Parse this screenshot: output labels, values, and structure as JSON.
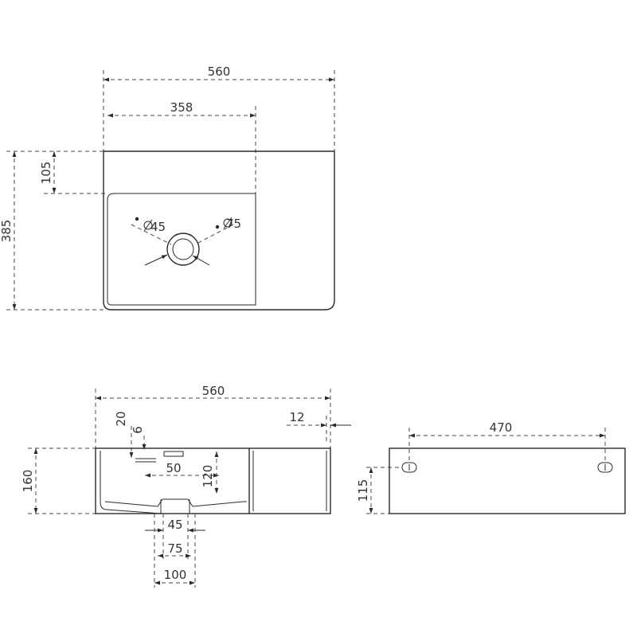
{
  "top_view": {
    "overall_width": "560",
    "basin_width": "358",
    "depth": "385",
    "offset": "105",
    "hole_left_diameter": "45",
    "hole_right_diameter": "75"
  },
  "front_section": {
    "overall_width": "560",
    "wall": "12",
    "height": "160",
    "rim": "20",
    "overflow_height": "6",
    "overflow_width": "50",
    "basin_depth": "120",
    "drain_45": "45",
    "drain_75": "75",
    "drain_100": "100"
  },
  "back_view": {
    "slot_spacing": "470",
    "slot_height": "115"
  }
}
